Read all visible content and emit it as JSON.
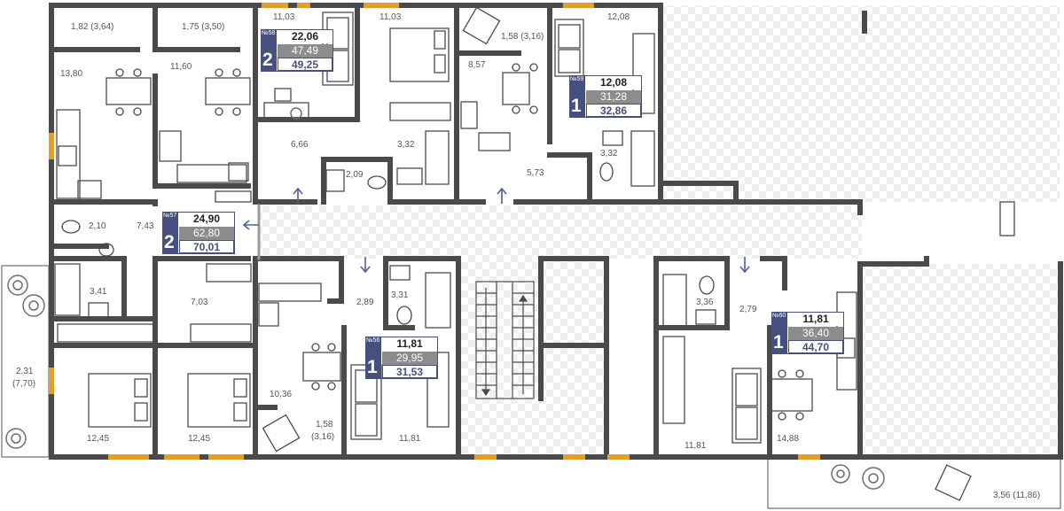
{
  "colors": {
    "wall": "#4a4a4a",
    "window": "#e0a02a",
    "floor": "#ffffff",
    "hatch": "#eeeeee",
    "line": "#8a8a8a",
    "badge": "#45507e",
    "badge_gray": "#8c8c8c",
    "arrow": "#4f5f9a",
    "plant": "#6e6e6e"
  },
  "room_labels": {
    "r1": "1,82 (3,64)",
    "r2": "1,75 (3,50)",
    "r3": "11,03",
    "r4": "11,03",
    "r5": "1,58 (3,16)",
    "r6": "12,08",
    "r7": "13,80",
    "r8": "11,60",
    "r9": "8,57",
    "r10": "6,66",
    "r11": "3,32",
    "r12": "3,32",
    "r13": "2,09",
    "r14": "5,73",
    "r15": "2,10",
    "r16": "7,43",
    "r17": "3,41",
    "r18": "7,03",
    "r19": "3,31",
    "r20": "2,89",
    "r21": "3,36",
    "r22": "2,79",
    "r23": "2,31",
    "r24": "(7,70)",
    "r25": "10,36",
    "r26": "1,58",
    "r27": "(3,16)",
    "r28": "12,45",
    "r29": "12,45",
    "r30": "11,81",
    "r31": "11,81",
    "r32": "14,88",
    "r33": "3,56 (11,86)"
  },
  "apartments": {
    "a58": {
      "num": "№58",
      "rooms": "2",
      "area1": "22,06",
      "area2": "47,49",
      "area3": "49,25"
    },
    "a59": {
      "num": "№59",
      "rooms": "1",
      "area1": "12,08",
      "area2": "31,28",
      "area3": "32,86"
    },
    "a57": {
      "num": "№57",
      "rooms": "2",
      "area1": "24,90",
      "area2": "62,80",
      "area3": "70,01"
    },
    "a56": {
      "num": "№56",
      "rooms": "1",
      "area1": "11,81",
      "area2": "29,95",
      "area3": "31,53"
    },
    "a60": {
      "num": "№60",
      "rooms": "1",
      "area1": "11,81",
      "area2": "36,40",
      "area3": "44,70"
    }
  }
}
